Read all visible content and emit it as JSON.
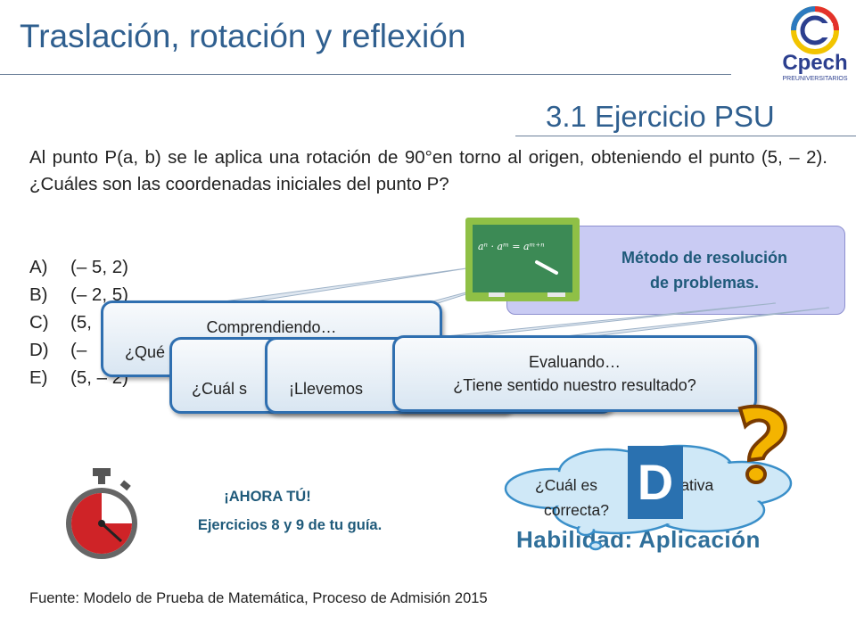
{
  "slide": {
    "title": "Traslación, rotación y reflexión",
    "section": "3.1 Ejercicio PSU",
    "logo_text": "Cpech",
    "logo_sub": "PREUNIVERSITARIOS",
    "problem": "Al punto P(a, b) se le aplica una rotación de 90°en torno al origen, obteniendo el punto (5, – 2). ¿Cuáles son las coordenadas iniciales del punto P?",
    "options": [
      {
        "letter": "A)",
        "value": "(– 5, 2)"
      },
      {
        "letter": "B)",
        "value": "(– 2, 5)"
      },
      {
        "letter": "C)",
        "value": "(5,"
      },
      {
        "letter": "D)",
        "value": "(–"
      },
      {
        "letter": "E)",
        "value": "(5, – 2)"
      }
    ],
    "method_panel": {
      "line1": "Método de resolución",
      "line2": "de problemas."
    },
    "chalkboard_formula": "aⁿ · aᵐ = aᵐ⁺ⁿ",
    "callouts": [
      {
        "title": "Comprendiendo…",
        "body": "¿Qué"
      },
      {
        "title": "",
        "body": "¿Cuál s"
      },
      {
        "title": "Ej",
        "body": "¡Llevemos"
      },
      {
        "title": "Evaluando…",
        "body": "¿Tiene sentido nuestro resultado?"
      }
    ],
    "practice": {
      "line1": "¡AHORA TÚ!",
      "line2": "Ejercicios 8 y 9 de tu guía."
    },
    "question_bubble": {
      "line1_a": "¿Cuál es",
      "line1_b": "ernativa",
      "line2": "correcta?"
    },
    "answer": "D",
    "skill": "Habilidad: Aplicación",
    "source": "Fuente: Modelo de Prueba de Matemática, Proceso de Admisión 2015"
  },
  "colors": {
    "title": "#2f5f8f",
    "callout_border": "#2f6fb0",
    "answer_box": "#2a71b0",
    "method_panel": "#c9cbf3"
  }
}
